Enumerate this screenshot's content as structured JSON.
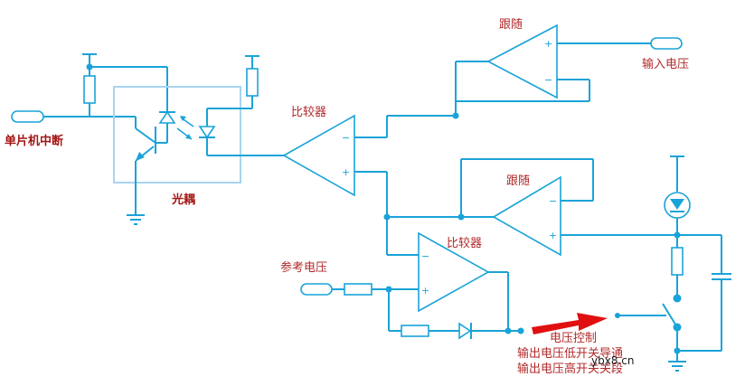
{
  "labels": {
    "mcu_interrupt": "单片机中断",
    "optocoupler": "光耦",
    "comparator_1": "比较器",
    "follower_top": "跟随",
    "input_voltage": "输入电压",
    "follower_mid": "跟随",
    "comparator_2": "比较器",
    "reference_voltage": "参考电压",
    "voltage_control": "电压控制",
    "low_voltage_note": "输出电压低开关导通",
    "high_voltage_note": "输出电压高开关关段",
    "watermark": "ybx8.cn"
  },
  "pins": {
    "minus": "−",
    "plus": "+"
  },
  "colors": {
    "wire": "#1aa3d8",
    "label": "#b22a2a",
    "arrow": "#e01010",
    "opto_box": "#a9d4f0"
  }
}
